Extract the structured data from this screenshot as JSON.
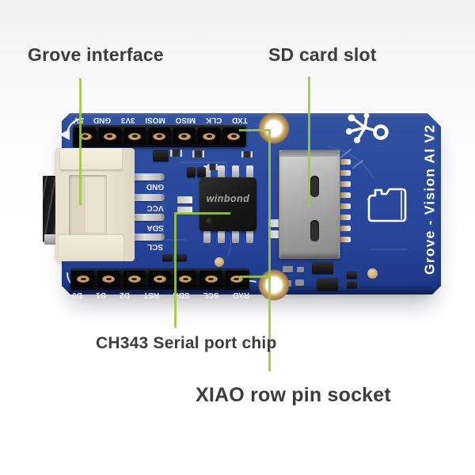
{
  "colors": {
    "accent-green": "#9cc93f",
    "board-blue": "#2b4a9d",
    "label-ink": "#3d3d3d",
    "connector-cream": "#eee7d5",
    "gold": "#c9a050",
    "silkscreen": "#ffffff"
  },
  "callouts": {
    "grove_interface": "Grove interface",
    "sd_card_slot": "SD card slot",
    "serial_chip": "CH343 Serial port chip",
    "pin_socket": "XIAO row pin socket"
  },
  "board": {
    "brand": "Grove - Vision AI V2",
    "flash_chip_brand": "winbond",
    "top_pins": [
      "TXD",
      "CLK",
      "MISO",
      "MOSI",
      "3V3",
      "GND",
      "5V"
    ],
    "bottom_pins": [
      "RXD",
      "SCL",
      "SDA",
      "RST",
      "D2",
      "D1",
      "D0"
    ],
    "grove_pins": [
      "GND",
      "VCC",
      "SDA",
      "SCL"
    ]
  },
  "icons": {
    "brand_logo": "seeed-molecule-logo",
    "card_outline": "microsd-card-icon",
    "pin1_marker": "left-arrow-marker"
  }
}
